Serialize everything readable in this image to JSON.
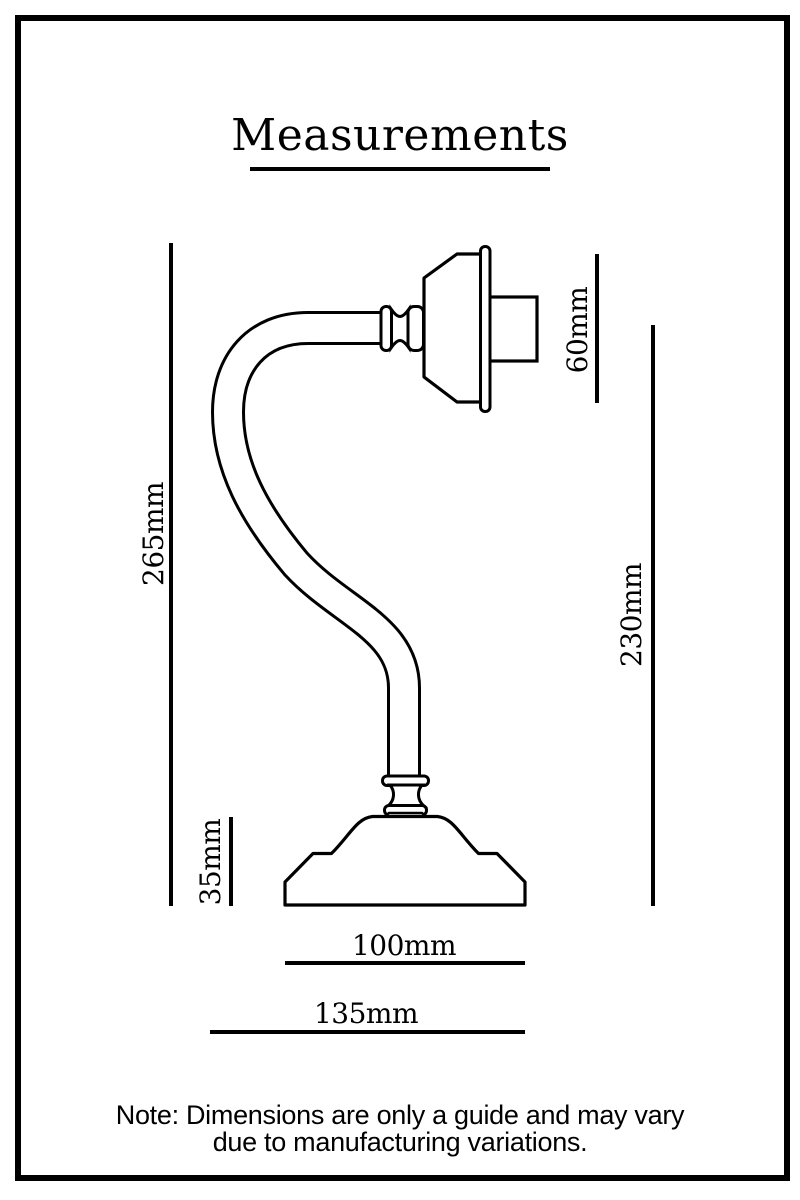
{
  "title": "Measurements",
  "dimensions": {
    "overall_height": "265mm",
    "shade_height": "60mm",
    "arm_height": "230mm",
    "base_height": "35mm",
    "base_width": "100mm",
    "overall_depth": "135mm"
  },
  "note": {
    "line1": "Note: Dimensions are only a guide and may vary",
    "line2": "due to manufacturing variations."
  },
  "colors": {
    "ink": "#000000",
    "paper": "#ffffff"
  }
}
